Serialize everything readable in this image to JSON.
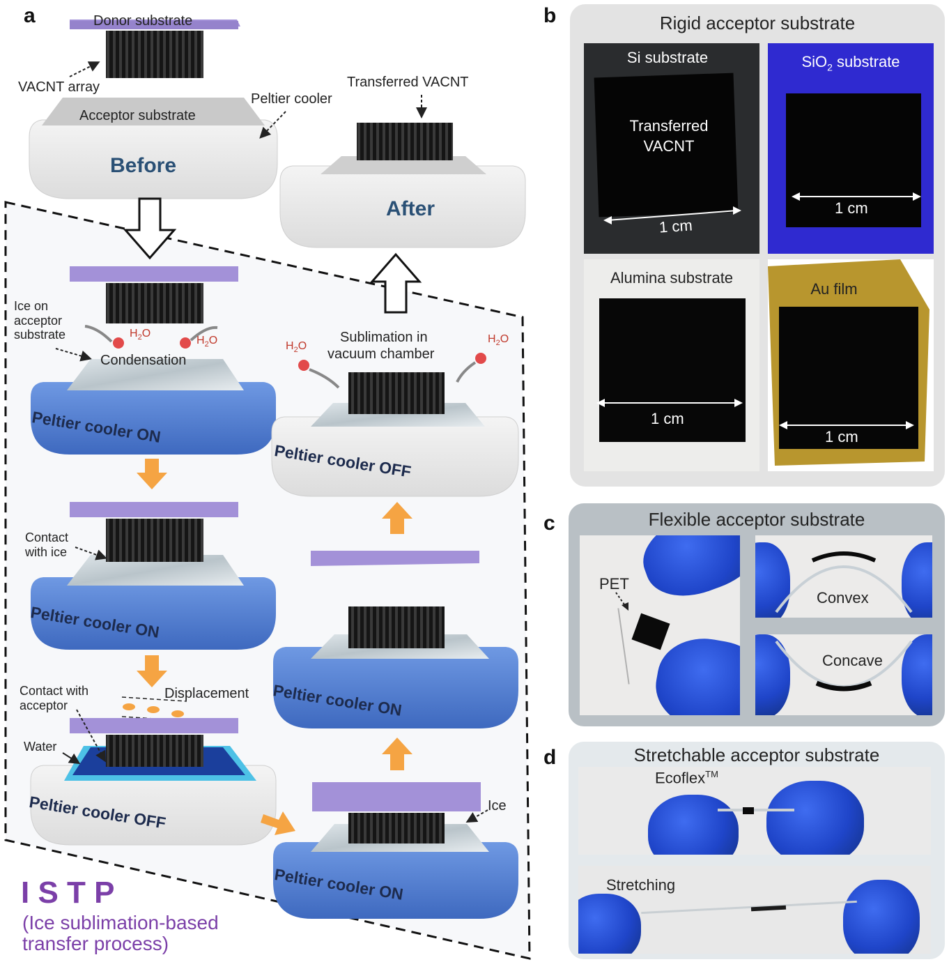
{
  "panel_a": {
    "letter": "a",
    "donor_substrate": "Donor substrate",
    "vacnt_array": "VACNT array",
    "acceptor_substrate": "Acceptor substrate",
    "peltier_cooler": "Peltier cooler",
    "before": "Before",
    "transferred_vacnt": "Transferred VACNT",
    "after": "After",
    "ice_on_acceptor": [
      "Ice on",
      "acceptor",
      "substrate"
    ],
    "h2o": "H",
    "h2o_sub": "2",
    "h2o_tail": "O",
    "condensation": "Condensation",
    "sublimation": [
      "Sublimation in",
      "vacuum chamber"
    ],
    "peltier_on": "Peltier cooler ON",
    "peltier_off": "Peltier cooler OFF",
    "contact_with_ice": [
      "Contact",
      "with ice"
    ],
    "contact_with_acceptor": [
      "Contact with",
      "acceptor"
    ],
    "displacement": "Displacement",
    "water": "Water",
    "ice": "Ice",
    "istp_title": "I S T P",
    "istp_subtitle": [
      "(Ice sublimation-based",
      "transfer process)"
    ]
  },
  "panel_b": {
    "letter": "b",
    "title": "Rigid acceptor substrate",
    "si": "Si substrate",
    "sio2_pre": "SiO",
    "sio2_sub": "2",
    "sio2_post": " substrate",
    "transferred": [
      "Transferred",
      "VACNT"
    ],
    "alumina": "Alumina substrate",
    "au": "Au film",
    "scale": "1 cm"
  },
  "panel_c": {
    "letter": "c",
    "title": "Flexible acceptor substrate",
    "pet": "PET",
    "convex": "Convex",
    "concave": "Concave"
  },
  "panel_d": {
    "letter": "d",
    "title": "Stretchable acceptor substrate",
    "ecoflex": "Ecoflex",
    "ecoflex_sup": "TM",
    "stretching": "Stretching"
  },
  "colors": {
    "purple": "#a391d8",
    "blue_cooler": "#5b8ad8",
    "white_cooler": "#e9e9e9",
    "orange_arrow": "#f5a443",
    "istp": "#7b3fa8"
  }
}
